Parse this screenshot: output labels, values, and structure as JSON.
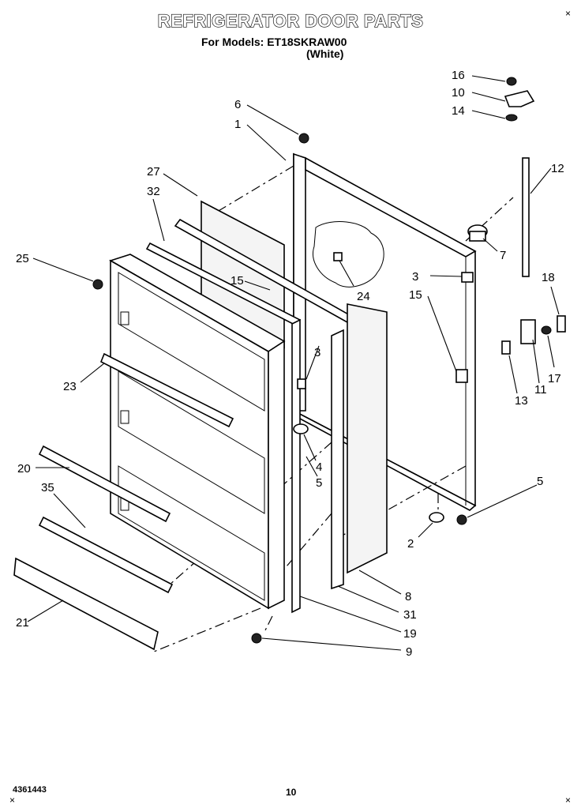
{
  "header": {
    "title": "REFRIGERATOR DOOR PARTS",
    "models_line": "For Models:  ET18SKRAW00",
    "color_line": "(White)"
  },
  "footer": {
    "doc_number": "4361443",
    "page_number": "10"
  },
  "callouts": [
    "16",
    "10",
    "14",
    "6",
    "1",
    "12",
    "27",
    "32",
    "7",
    "25",
    "3",
    "15",
    "15",
    "24",
    "18",
    "3",
    "23",
    "13",
    "11",
    "17",
    "4",
    "5",
    "20",
    "35",
    "5",
    "2",
    "21",
    "8",
    "31",
    "19",
    "9"
  ],
  "corner_marks": [
    "×",
    "×",
    "×"
  ]
}
